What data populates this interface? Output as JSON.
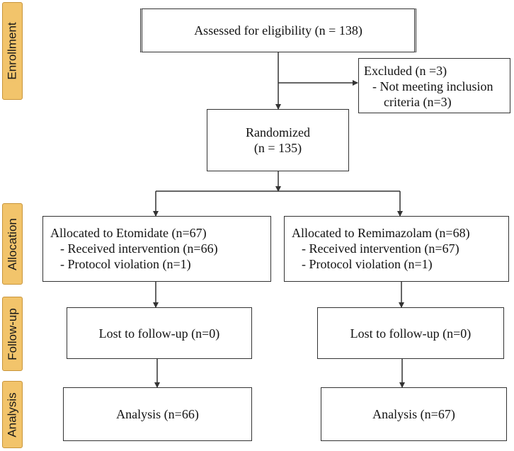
{
  "stages": {
    "enrollment": "Enrollment",
    "allocation": "Allocation",
    "followup": "Follow-up",
    "analysis": "Analysis"
  },
  "assessed": {
    "text": "Assessed for eligibility  (n = 138)"
  },
  "excluded": {
    "title": "Excluded (n =3)",
    "reason_line1": "- Not meeting inclusion",
    "reason_line2": "criteria (n=3)"
  },
  "randomized": {
    "title": "Randomized",
    "count": "(n = 135)"
  },
  "arms": [
    {
      "allocated": "Allocated to Etomidate (n=67)",
      "received": "- Received intervention (n=66)",
      "violation": "- Protocol violation (n=1)",
      "lost": "Lost to follow-up (n=0)",
      "analysis": "Analysis (n=66)"
    },
    {
      "allocated": "Allocated to Remimazolam (n=68)",
      "received": "- Received intervention (n=67)",
      "violation": "- Protocol violation (n=1)",
      "lost": "Lost to follow-up (n=0)",
      "analysis": "Analysis (n=67)"
    }
  ],
  "colors": {
    "stage_fill": "#f2c46b",
    "line": "#333333"
  }
}
